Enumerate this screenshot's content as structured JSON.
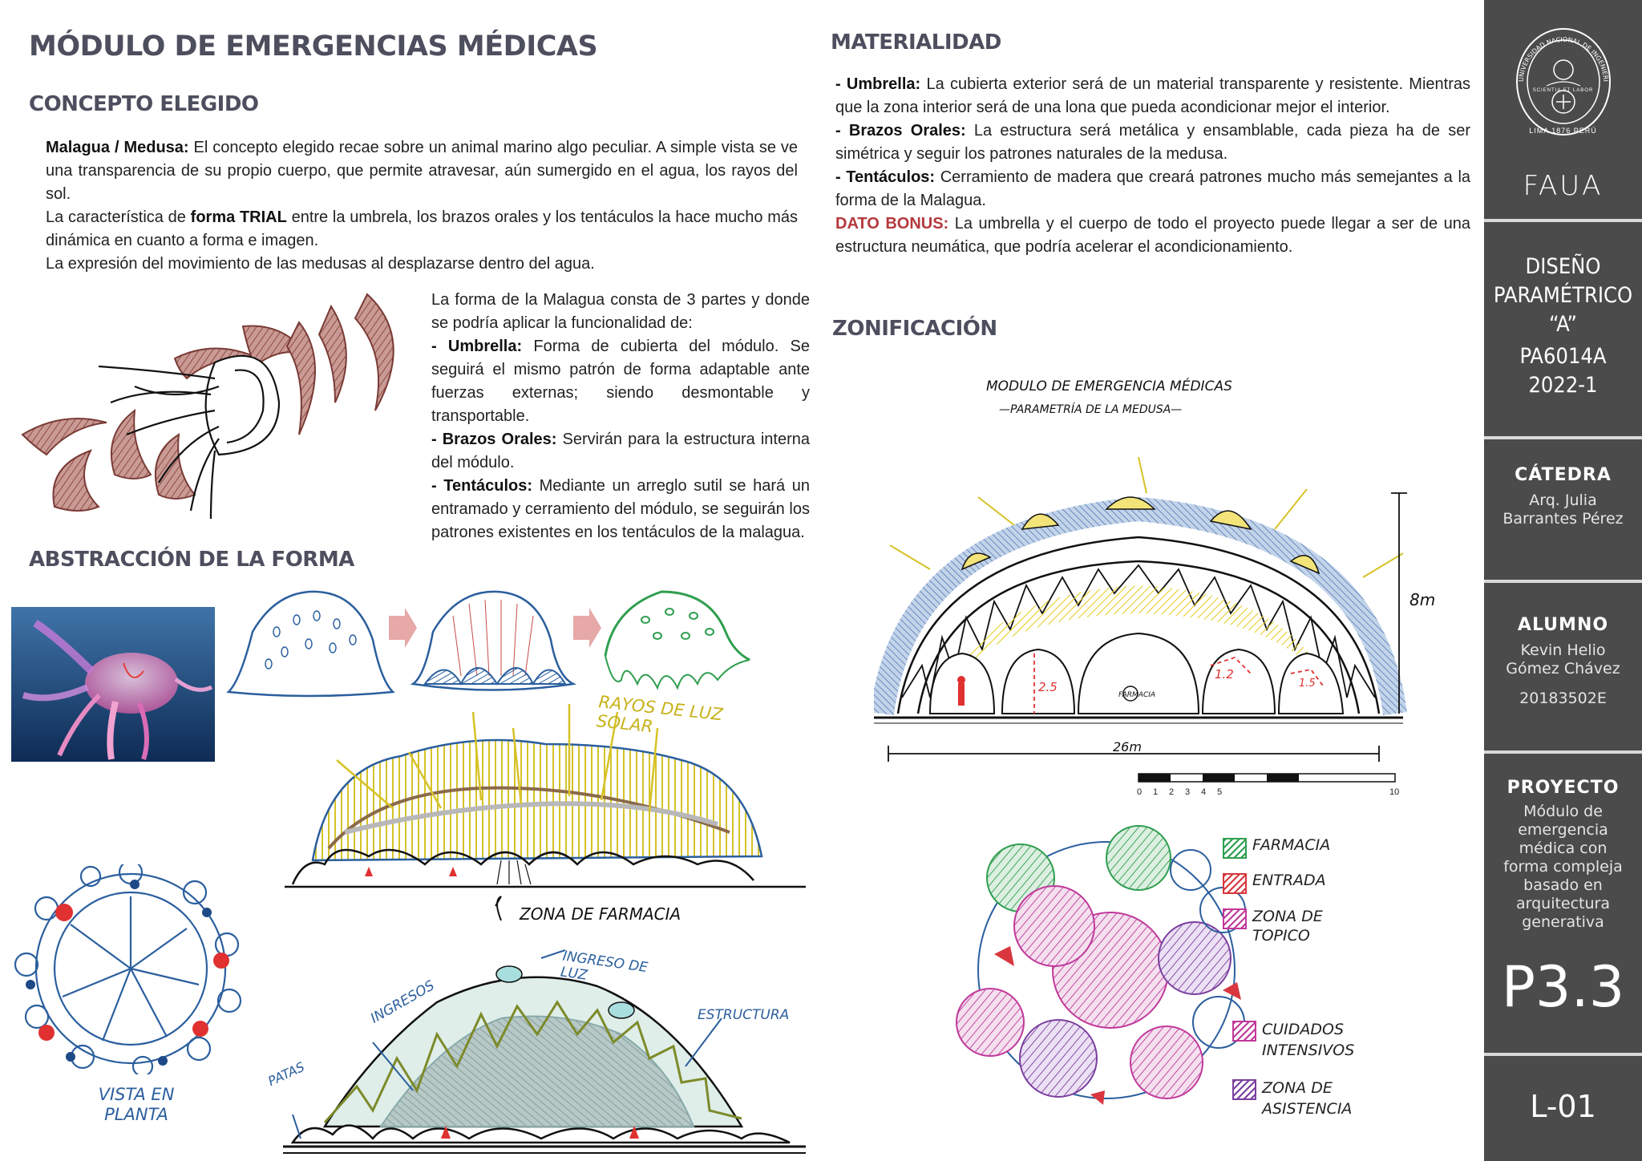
{
  "header": {
    "main_title": "MÓDULO DE EMERGENCIAS MÉDICAS",
    "concepto_heading": "CONCEPTO ELEGIDO",
    "abstraccion_heading": "ABSTRACCIÓN DE LA FORMA",
    "materialidad_heading": "MATERIALIDAD",
    "zonificacion_heading": "ZONIFICACIÓN"
  },
  "concepto": {
    "p1_bold": "Malagua / Medusa:",
    "p1_text": " El concepto elegido recae sobre un animal marino algo peculiar. A simple vista se ve una transparencia de su propio cuerpo, que permite atravesar, aún sumergido en el agua, los rayos del sol.",
    "p2_pre": "La característica de ",
    "p2_bold": "forma TRIAL",
    "p2_post": " entre la umbrela, los brazos orales y los tentáculos la hace mucho más dinámica en cuanto a forma e imagen.",
    "p3": "La expresión del movimiento de las medusas al desplazarse dentro del agua."
  },
  "partes": {
    "intro": "La forma de la Malagua consta de 3 partes y donde se podría aplicar la funcionalidad de:",
    "umbrella_bold": "- Umbrella:",
    "umbrella_text": " Forma de cubierta del módulo. Se seguirá el mismo patrón de forma adaptable ante fuerzas externas; siendo desmontable y transportable.",
    "brazos_bold": "- Brazos Orales:",
    "brazos_text": " Servirán para la estructura interna del módulo.",
    "tentaculos_bold": "- Tentáculos:",
    "tentaculos_text": " Mediante un arreglo sutil se hará un entramado y cerramiento del módulo, se seguirán los patrones existentes en los tentáculos de la malagua."
  },
  "materialidad": {
    "umbrella_bold": "- Umbrella:",
    "umbrella_text": " La cubierta exterior será de un material transparente y resistente. Mientras que la zona interior será de una lona que pueda acondicionar mejor el interior.",
    "brazos_bold": "- Brazos Orales:",
    "brazos_text": " La estructura será metálica y ensamblable, cada pieza ha de ser simétrica y seguir los patrones naturales de la medusa.",
    "tentaculos_bold": "- Tentáculos:",
    "tentaculos_text": " Cerramiento de madera que creará patrones mucho más semejantes a la forma de la Malagua.",
    "bonus_label": "DATO BONUS:",
    "bonus_text": " La umbrella y el cuerpo de todo el proyecto puede llegar a ser de una estructura neumática, que podría acelerar el acondicionamiento."
  },
  "sketch_labels": {
    "rayos": "RAYOS DE LUZ SOLAR",
    "farmacia_zona": "ZONA DE FARMACIA",
    "ingreso_luz": "INGRESO DE LUZ",
    "ingresos": "INGRESOS",
    "estructura": "ESTRUCTURA",
    "patas": "PATAS",
    "vista": "VISTA EN PLANTA",
    "zon_title": "MODULO DE EMERGENCIA MÉDICAS",
    "zon_subtitle": "—PARAMETRÍA DE LA MEDUSA—",
    "height": "8m",
    "width": "26m",
    "dim_a": "2.5",
    "dim_b": "1.2",
    "dim_c": "1.5",
    "farmacia_tag": "FARMACIA",
    "scale_labels": [
      "0",
      "1",
      "2",
      "3",
      "4",
      "5",
      "10"
    ]
  },
  "legend": [
    {
      "label": "FARMACIA",
      "color": "#2f9e4f"
    },
    {
      "label": "ENTRADA",
      "color": "#d9363e"
    },
    {
      "label": "ZONA DE TOPICO",
      "color": "#c0399a"
    },
    {
      "label": "CUIDADOS INTENSIVOS",
      "color": "#c0399a"
    },
    {
      "label": "ZONA DE ASISTENCIA",
      "color": "#7a3f9e"
    }
  ],
  "sidebar": {
    "logo_ring_text": "UNIVERSIDAD NACIONAL DE INGENIERIA",
    "logo_bottom": "LIMA 1876 PERÚ",
    "logo_inner": "SCIENTIA ET LABOR",
    "faua": "FAUA",
    "course_l1": "DISEÑO",
    "course_l2": "PARAMÉTRICO",
    "course_l3": "“A”",
    "code": "PA6014A",
    "year": "2022-1",
    "catedra_label": "CÁTEDRA",
    "catedra_l1": "Arq. Julia",
    "catedra_l2": "Barrantes Pérez",
    "alumno_label": "ALUMNO",
    "alumno_l1": "Kevin Helio",
    "alumno_l2": "Gómez Chávez",
    "alumno_code": "20183502E",
    "proyecto_label": "PROYECTO",
    "proyecto_lines": [
      "Módulo de",
      "emergencia",
      "médica con",
      "forma compleja",
      "basado en",
      "arquitectura",
      "generativa"
    ],
    "sheet": "P3.3",
    "lamina": "L-01"
  },
  "colors": {
    "sidebar_bg": "#4b4b4b",
    "heading": "#4d4e5e",
    "bonus": "#b5383c",
    "sketch_blue": "#2b5f9e",
    "sketch_yellow": "#d6c227",
    "sketch_green": "#2f9e4f",
    "sketch_brown": "#a65a52"
  }
}
